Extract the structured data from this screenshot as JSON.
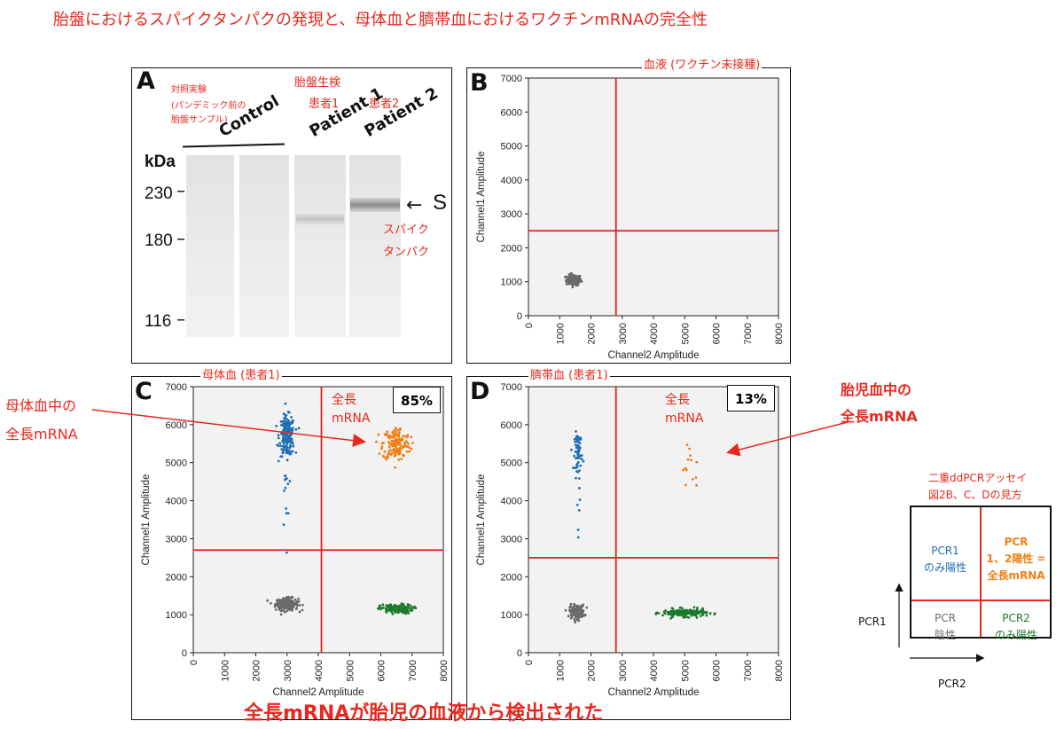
{
  "title": "胎盤におけるスパイクタンパクの発現と、母体血と臍帯血におけるワクチンmRNAの完全性",
  "footer": "全長mRNAが胎児の血液から検出された",
  "panelA": {
    "letter": "A",
    "control_note_1": "対照実験",
    "control_note_2": "(パンデミック前の",
    "control_note_3": "胎盤サンプル)",
    "biopsy_label": "胎盤生検",
    "patient1_jp": "患者1",
    "patient2_jp": "患者2",
    "lanes": [
      "Control",
      "Patient 1",
      "Patient 2"
    ],
    "kda_label": "kDa",
    "mw_markers": [
      "230",
      "180",
      "116"
    ],
    "band_arrow_label": "S",
    "band_note_1": "スパイク",
    "band_note_2": "タンパク"
  },
  "annotations": {
    "maternal_1": "母体血中の",
    "maternal_2": "全長mRNA",
    "fetal_1": "胎児血中の",
    "fetal_2": "全長mRNA",
    "fulllength_1": "全長",
    "fulllength_2": "mRNA"
  },
  "legend": {
    "header_1": "二重ddPCRアッセイ",
    "header_2": "図2B、C、Dの見方",
    "tl_1": "PCR1",
    "tl_2": "のみ陽性",
    "tr_1": "PCR",
    "tr_2": "1、2陽性 =",
    "tr_3": "全長mRNA",
    "bl_1": "PCR",
    "bl_2": "陰性",
    "br_1": "PCR2",
    "br_2": "のみ陽性",
    "axis_y": "PCR1",
    "axis_x": "PCR2"
  },
  "colors": {
    "accent_red": "#e8281e",
    "negative": "#6b6b6b",
    "pcr1_only": "#1f6fb5",
    "double_positive": "#f07f17",
    "pcr2_only": "#1c7a2c"
  },
  "chart_data": [
    {
      "panel": "B",
      "type": "scatter",
      "title": "血液 (ワクチン未接種)",
      "xlabel": "Channel2 Amplitude",
      "ylabel": "Channel1 Amplitude",
      "xlim": [
        0,
        8000
      ],
      "ylim": [
        0,
        7000
      ],
      "xticks": [
        0,
        1000,
        2000,
        3000,
        4000,
        5000,
        6000,
        7000,
        8000
      ],
      "yticks": [
        0,
        1000,
        2000,
        3000,
        4000,
        5000,
        6000,
        7000
      ],
      "threshold_x": 2800,
      "threshold_y": 2500,
      "clusters": [
        {
          "name": "negative",
          "cx": 1450,
          "cy": 1050,
          "sx": 120,
          "sy": 80,
          "n": 140,
          "color": "#6b6b6b"
        }
      ]
    },
    {
      "panel": "C",
      "type": "scatter",
      "title": "母体血 (患者1)",
      "percent": "85%",
      "xlabel": "Channel2 Amplitude",
      "ylabel": "Channel1 Amplitude",
      "xlim": [
        0,
        8000
      ],
      "ylim": [
        0,
        7000
      ],
      "xticks": [
        0,
        1000,
        2000,
        3000,
        4000,
        5000,
        6000,
        7000,
        8000
      ],
      "yticks": [
        0,
        1000,
        2000,
        3000,
        4000,
        5000,
        6000,
        7000
      ],
      "threshold_x": 4100,
      "threshold_y": 2700,
      "clusters": [
        {
          "name": "negative",
          "cx": 3000,
          "cy": 1280,
          "sx": 180,
          "sy": 80,
          "n": 220,
          "color": "#6b6b6b"
        },
        {
          "name": "pcr1_only",
          "cx": 3000,
          "cy": 5700,
          "sx": 120,
          "sy": 260,
          "n": 200,
          "color": "#1f6fb5"
        },
        {
          "name": "pcr1_only_tail",
          "cx": 2950,
          "cy": 4200,
          "sx": 60,
          "sy": 700,
          "n": 14,
          "color": "#1f6fb5"
        },
        {
          "name": "double_positive",
          "cx": 6500,
          "cy": 5500,
          "sx": 220,
          "sy": 220,
          "n": 160,
          "color": "#f07f17"
        },
        {
          "name": "pcr2_only",
          "cx": 6500,
          "cy": 1150,
          "sx": 260,
          "sy": 60,
          "n": 150,
          "color": "#1c7a2c"
        }
      ]
    },
    {
      "panel": "D",
      "type": "scatter",
      "title": "臍帯血 (患者1)",
      "percent": "13%",
      "xlabel": "Channel2 Amplitude",
      "ylabel": "Channel1 Amplitude",
      "xlim": [
        0,
        8000
      ],
      "ylim": [
        0,
        7000
      ],
      "xticks": [
        0,
        1000,
        2000,
        3000,
        4000,
        5000,
        6000,
        7000,
        8000
      ],
      "yticks": [
        0,
        1000,
        2000,
        3000,
        4000,
        5000,
        6000,
        7000
      ],
      "threshold_x": 2800,
      "threshold_y": 2500,
      "clusters": [
        {
          "name": "negative",
          "cx": 1550,
          "cy": 1080,
          "sx": 120,
          "sy": 90,
          "n": 150,
          "color": "#6b6b6b"
        },
        {
          "name": "pcr1_only",
          "cx": 1600,
          "cy": 5300,
          "sx": 60,
          "sy": 250,
          "n": 70,
          "color": "#1f6fb5"
        },
        {
          "name": "pcr1_only_tail",
          "cx": 1580,
          "cy": 3800,
          "sx": 40,
          "sy": 500,
          "n": 8,
          "color": "#1f6fb5"
        },
        {
          "name": "double_positive",
          "cx": 5200,
          "cy": 4900,
          "sx": 200,
          "sy": 300,
          "n": 14,
          "color": "#f07f17"
        },
        {
          "name": "pcr2_only",
          "cx": 5000,
          "cy": 1050,
          "sx": 350,
          "sy": 50,
          "n": 190,
          "color": "#1c7a2c"
        }
      ]
    }
  ]
}
